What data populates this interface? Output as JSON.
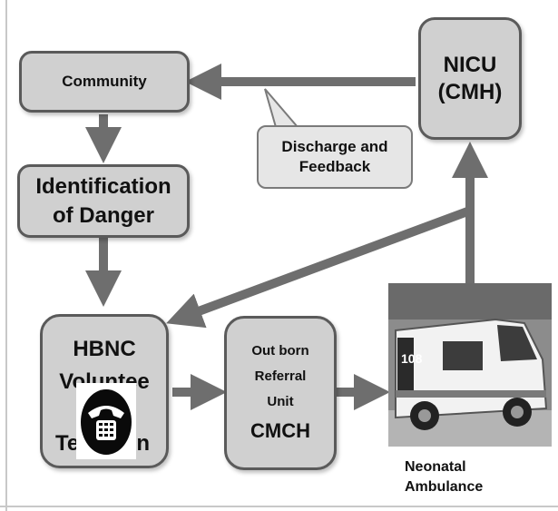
{
  "nodes": {
    "community": "Community",
    "identification": {
      "line1": "Identification",
      "line2": "of Danger"
    },
    "nicu": {
      "line1": "NICU",
      "line2": "(CMH)"
    },
    "hbnc": {
      "line1": "HBNC",
      "line2": "Voluntee",
      "line3_left": "Te",
      "line3_right": "on"
    },
    "cmch": {
      "line1": "Out born",
      "line2": "Referral",
      "line3": "Unit",
      "line4": "CMCH"
    }
  },
  "callout": {
    "line1": "Discharge and",
    "line2": "Feedback"
  },
  "ambulance": {
    "label_line1": "Neonatal",
    "label_line2": "Ambulance",
    "badge": "108"
  },
  "icons": {
    "telephone": "telephone-icon",
    "ambulance": "ambulance-photo"
  },
  "colors": {
    "box_fill": "#d0d0d0",
    "box_border": "#5a5a5a",
    "arrow": "#6e6e6e",
    "callout_fill": "#e6e6e6"
  }
}
